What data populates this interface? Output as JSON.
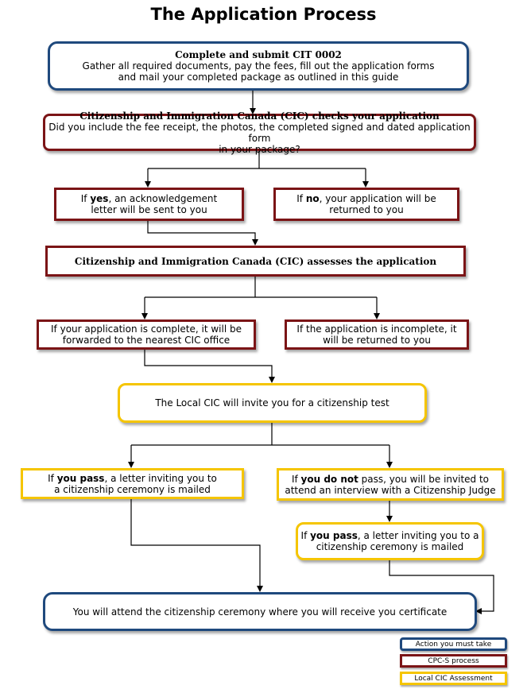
{
  "title": "The Application Process",
  "colors": {
    "action": "#1f497d",
    "cpc": "#7b1416",
    "local": "#f5c500"
  },
  "steps": {
    "submit": {
      "heading": "Complete and submit CIT 0002",
      "line1": "Gather all required documents, pay the fees, fill out the application forms",
      "line2": "and mail your completed package as outlined in this guide"
    },
    "check": {
      "heading": "Citizenship and Immigration Canada (CIC) checks your application",
      "line1": "Did you include the fee receipt, the photos, the completed signed and dated application form",
      "line2": "in your package?"
    },
    "yes": {
      "prefix": "If ",
      "bold": "yes",
      "rest": ", an acknowledgement",
      "line2": "letter will be sent to you"
    },
    "no": {
      "prefix": "If ",
      "bold": "no",
      "rest": ", your application will be",
      "line2": "returned to you"
    },
    "assess": {
      "heading": "Citizenship and Immigration Canada (CIC) assesses the application"
    },
    "complete": {
      "line1": "If your application is complete, it will be",
      "line2": "forwarded to the nearest CIC office"
    },
    "incomplete": {
      "line1": "If the application is incomplete, it",
      "line2": "will be returned  to you"
    },
    "test": {
      "text": "The Local CIC will invite you for a citizenship test"
    },
    "pass": {
      "prefix": "If ",
      "bold": "you pass",
      "rest": ", a letter inviting you to",
      "line2": "a citizenship ceremony is mailed"
    },
    "fail": {
      "prefix": "If ",
      "bold": "you do not",
      "rest": " pass, you will be invited to",
      "line2": "attend an interview with a Citizenship Judge"
    },
    "pass2": {
      "prefix": "If ",
      "bold": "you pass",
      "rest": ", a letter inviting you to a",
      "line2": "citizenship ceremony is mailed"
    },
    "ceremony": {
      "text": "You will attend the citizenship ceremony where you will receive you certificate"
    }
  },
  "legend": {
    "action": "Action you must take",
    "cpc": "CPC-S process",
    "local": "Local CIC Assessment"
  }
}
